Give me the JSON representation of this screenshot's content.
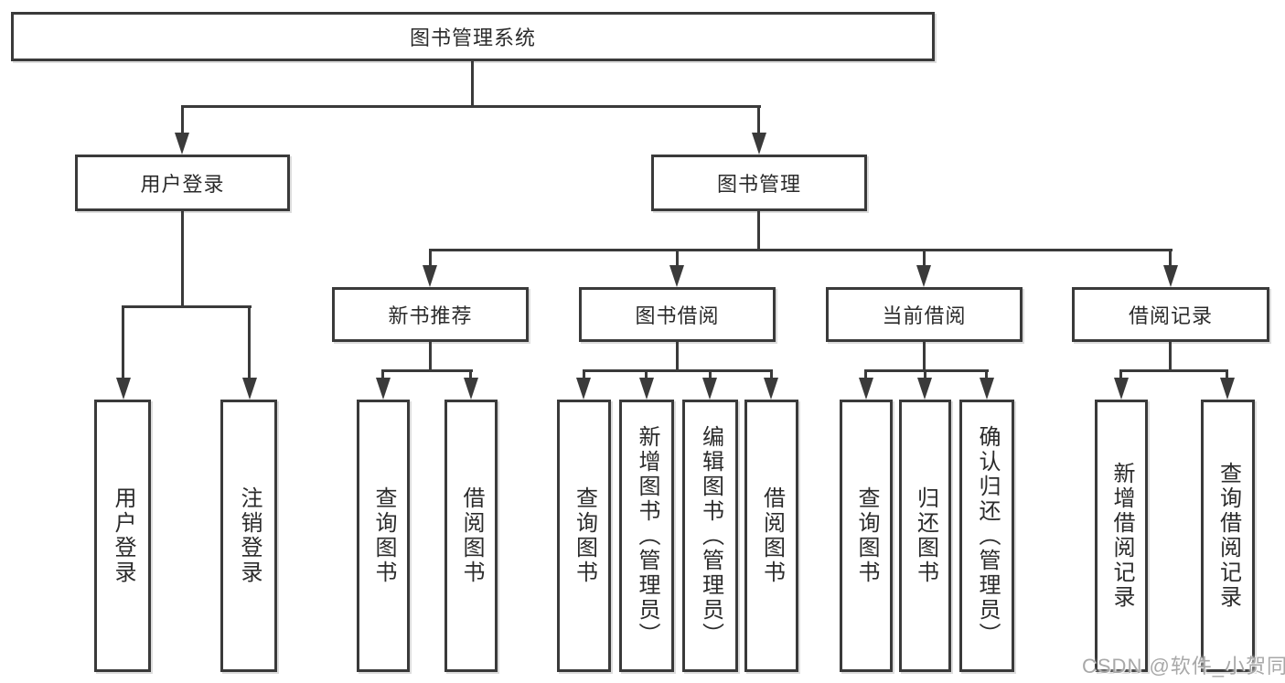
{
  "diagram": {
    "root": "图书管理系统",
    "level2": {
      "user_login": "用户登录",
      "book_management": "图书管理"
    },
    "level3": {
      "new_book_recommend": "新书推荐",
      "book_borrow": "图书借阅",
      "current_borrow": "当前借阅",
      "borrow_records": "借阅记录"
    },
    "leaves": {
      "user_login_leaf": "用户登录",
      "logout": "注销登录",
      "recommend_query_books": "查询图书",
      "recommend_borrow_books": "借阅图书",
      "borrow_query_books": "查询图书",
      "borrow_add_books_admin": "新增图书（管理员）",
      "borrow_edit_books_admin": "编辑图书（管理员）",
      "borrow_borrow_books": "借阅图书",
      "current_query_books": "查询图书",
      "current_return_books": "归还图书",
      "current_confirm_return_admin": "确认归还（管理员）",
      "records_add_record": "新增借阅记录",
      "records_query_record": "查询借阅记录"
    }
  },
  "watermark": "CSDN @软件_小贺同学",
  "colors": {
    "line": "#3a3a3a",
    "text": "#2b2b2b",
    "background": "#ffffff",
    "watermark": "#a8a8a8"
  }
}
